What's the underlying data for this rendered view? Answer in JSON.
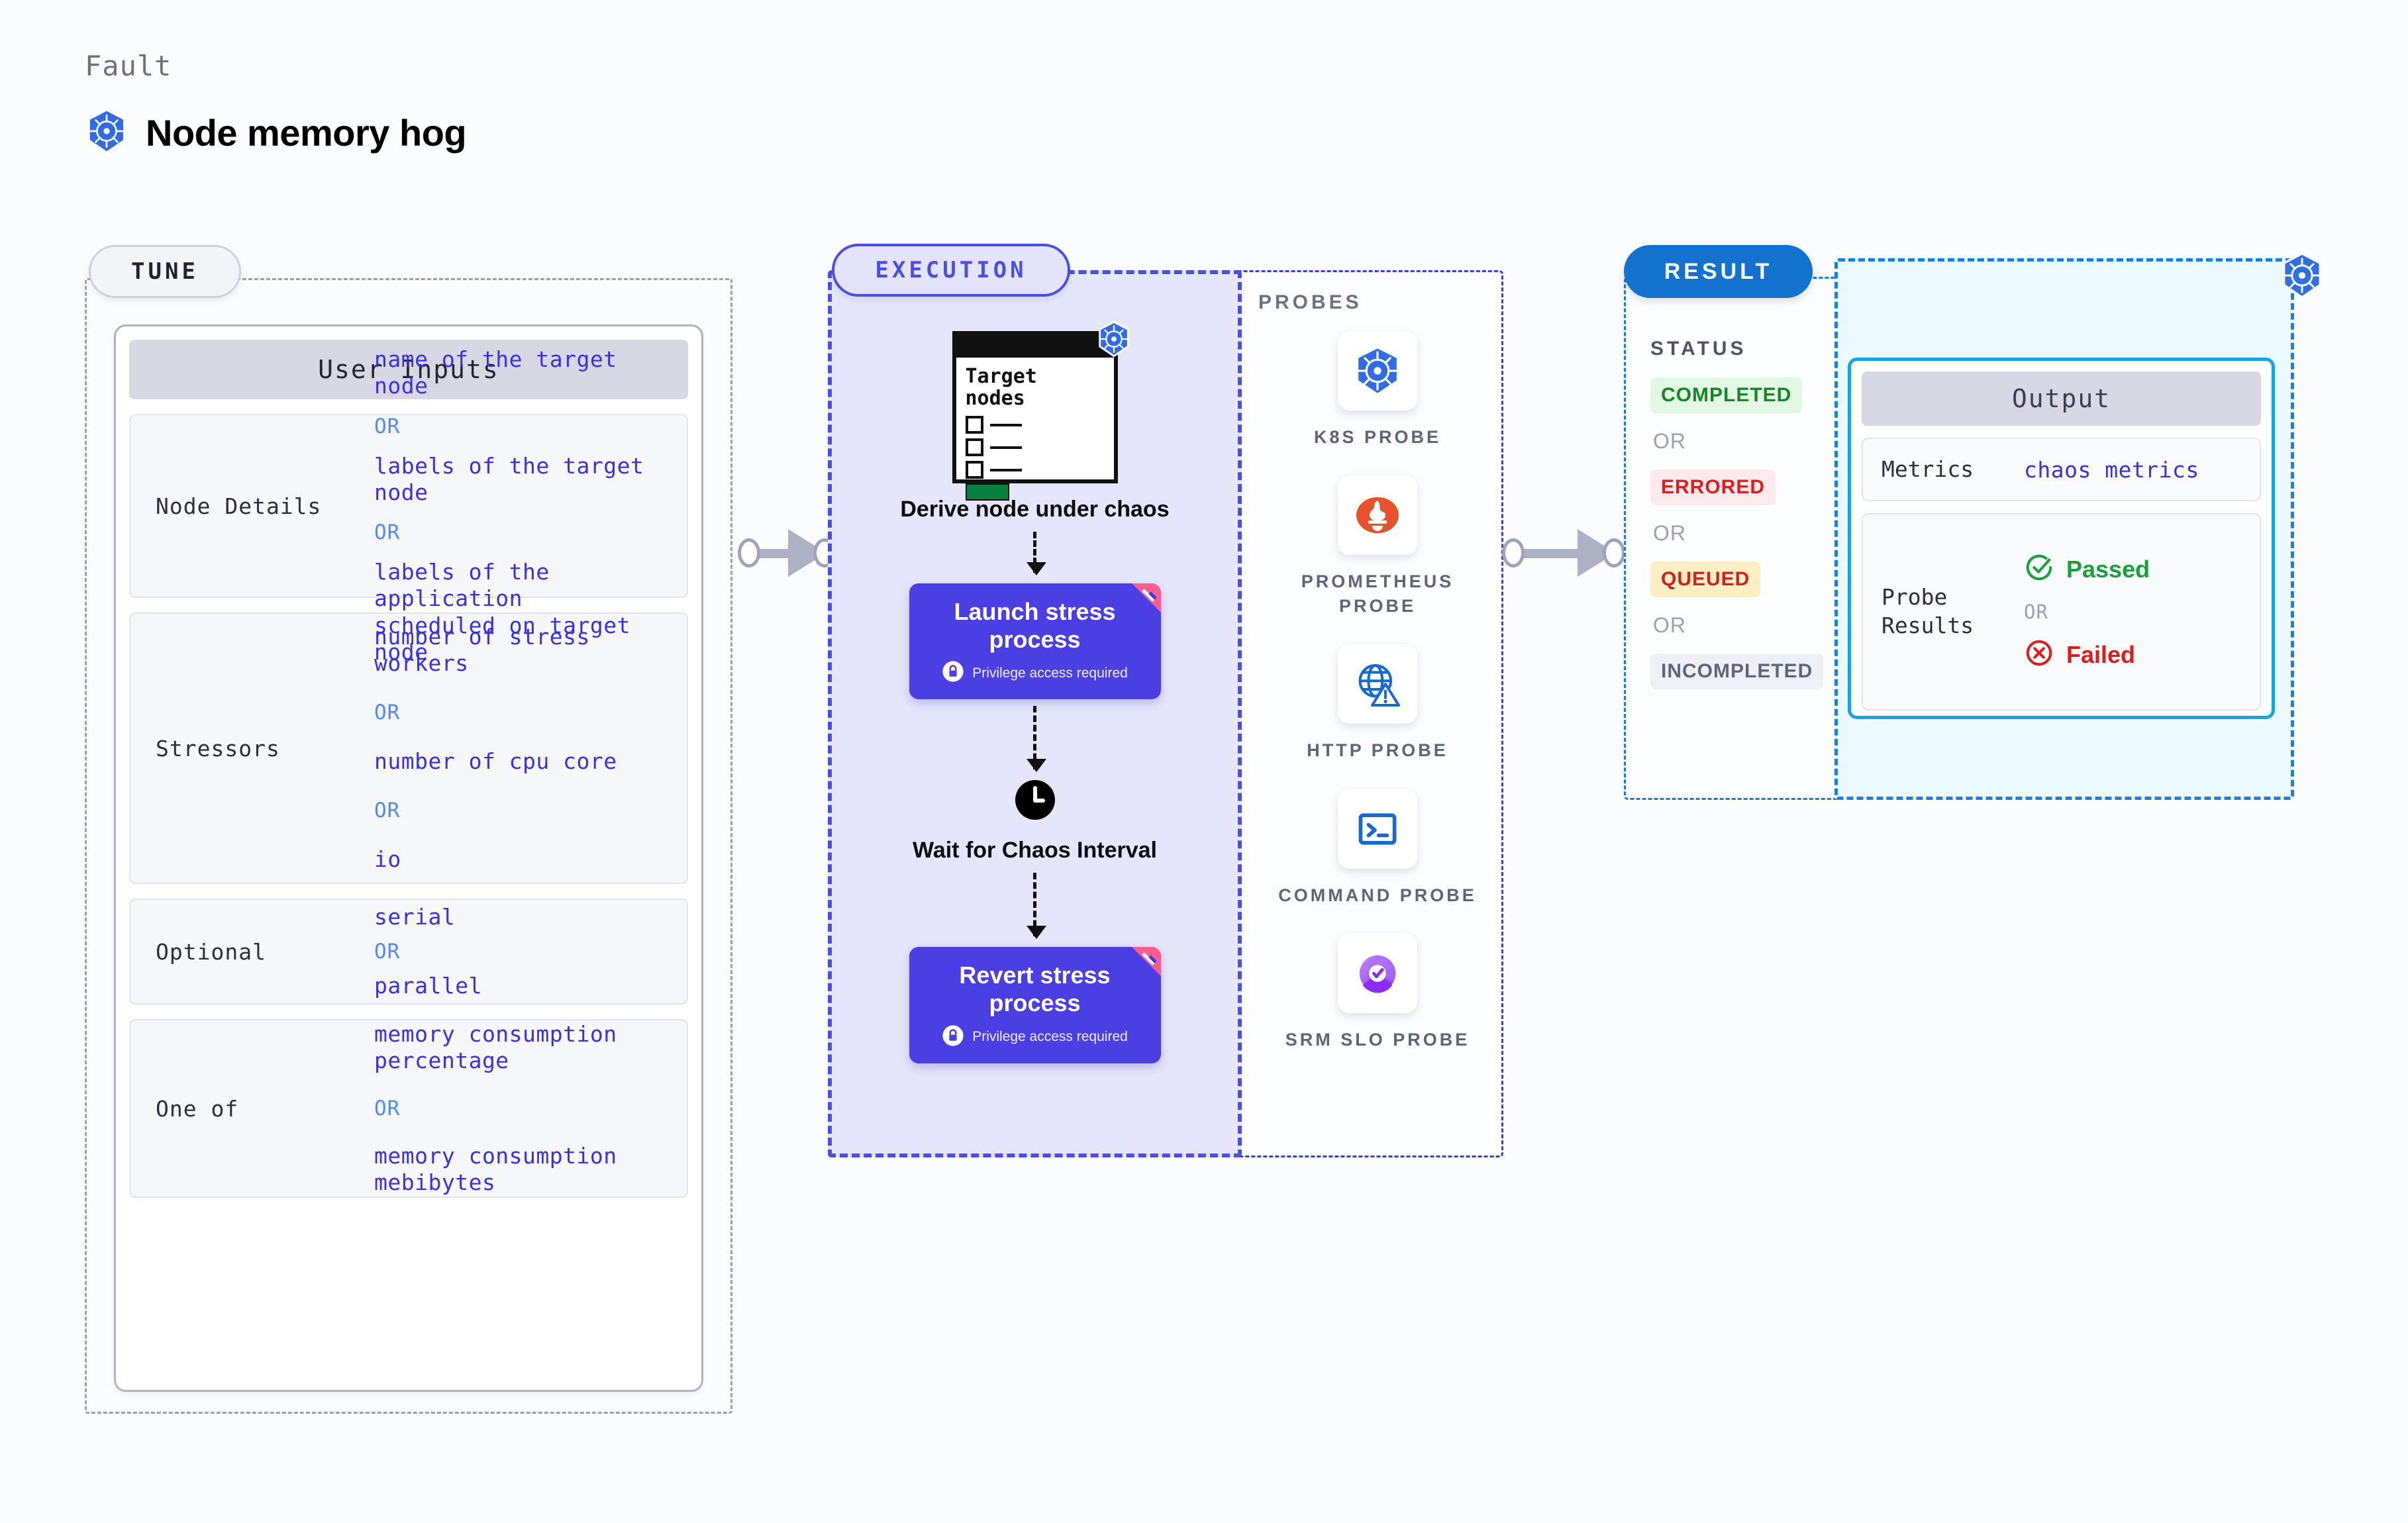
{
  "header": {
    "kicker": "Fault",
    "title": "Node memory hog",
    "icon": "kubernetes-icon"
  },
  "tune": {
    "pill_label": "TUNE",
    "card_title": "User Inputs",
    "groups": [
      {
        "key": "Node Details",
        "values": [
          "name of the target node",
          "labels of the target node",
          "labels of the application\n scheduled on target node"
        ],
        "or_label": "OR"
      },
      {
        "key": "Stressors",
        "values": [
          "number of stress workers",
          "number of cpu core",
          "io"
        ],
        "or_label": "OR"
      },
      {
        "key": "Optional",
        "values": [
          "serial",
          "parallel"
        ],
        "or_label": "OR"
      },
      {
        "key": "One of",
        "values": [
          "memory consumption percentage",
          "memory consumption mebibytes"
        ],
        "or_label": "OR"
      }
    ]
  },
  "execution": {
    "pill_label": "EXECUTION",
    "probes_label": "PROBES",
    "steps": [
      {
        "type": "card",
        "card_title": "Target nodes",
        "caption": "Derive node under chaos",
        "icon": "kubernetes-icon"
      },
      {
        "type": "action",
        "title": "Launch stress process",
        "privilege": "Privilege access required",
        "icon": "lock-icon",
        "ribbon": "ribbon-badge-icon"
      },
      {
        "type": "wait",
        "caption": "Wait for Chaos Interval",
        "icon": "clock-icon"
      },
      {
        "type": "action",
        "title": "Revert stress process",
        "privilege": "Privilege access required",
        "icon": "lock-icon",
        "ribbon": "ribbon-badge-icon"
      }
    ],
    "probes": [
      {
        "name": "K8S PROBE",
        "icon": "kubernetes-icon"
      },
      {
        "name": "PROMETHEUS PROBE",
        "icon": "prometheus-icon"
      },
      {
        "name": "HTTP PROBE",
        "icon": "globe-warning-icon"
      },
      {
        "name": "COMMAND PROBE",
        "icon": "terminal-icon"
      },
      {
        "name": "SRM SLO PROBE",
        "icon": "slo-donut-icon"
      }
    ]
  },
  "result": {
    "pill_label": "RESULT",
    "status_label": "STATUS",
    "or_label": "OR",
    "statuses": [
      {
        "label": "COMPLETED",
        "bg": "#e2f7e4",
        "fg": "#19852b"
      },
      {
        "label": "ERRORED",
        "bg": "#fdeaea",
        "fg": "#d91f1f"
      },
      {
        "label": "QUEUED",
        "bg": "#fdeec3",
        "fg": "#cc2222"
      },
      {
        "label": "INCOMPLETED",
        "bg": "#eef0f5",
        "fg": "#5e6678"
      }
    ],
    "output": {
      "title": "Output",
      "metrics_key": "Metrics",
      "metrics_value": "chaos metrics",
      "probe_results_key": "Probe Results",
      "passed_label": "Passed",
      "failed_label": "Failed",
      "or_label": "OR"
    },
    "corner_icon": "kubernetes-icon"
  },
  "colors": {
    "accent_purple": "#4b3fe4",
    "accent_blue": "#1272ce",
    "link_blue": "#3b30e0",
    "or_blue": "#4f8cf5",
    "cyan": "#13a5e3",
    "pink_ribbon": "#ff5c92"
  }
}
